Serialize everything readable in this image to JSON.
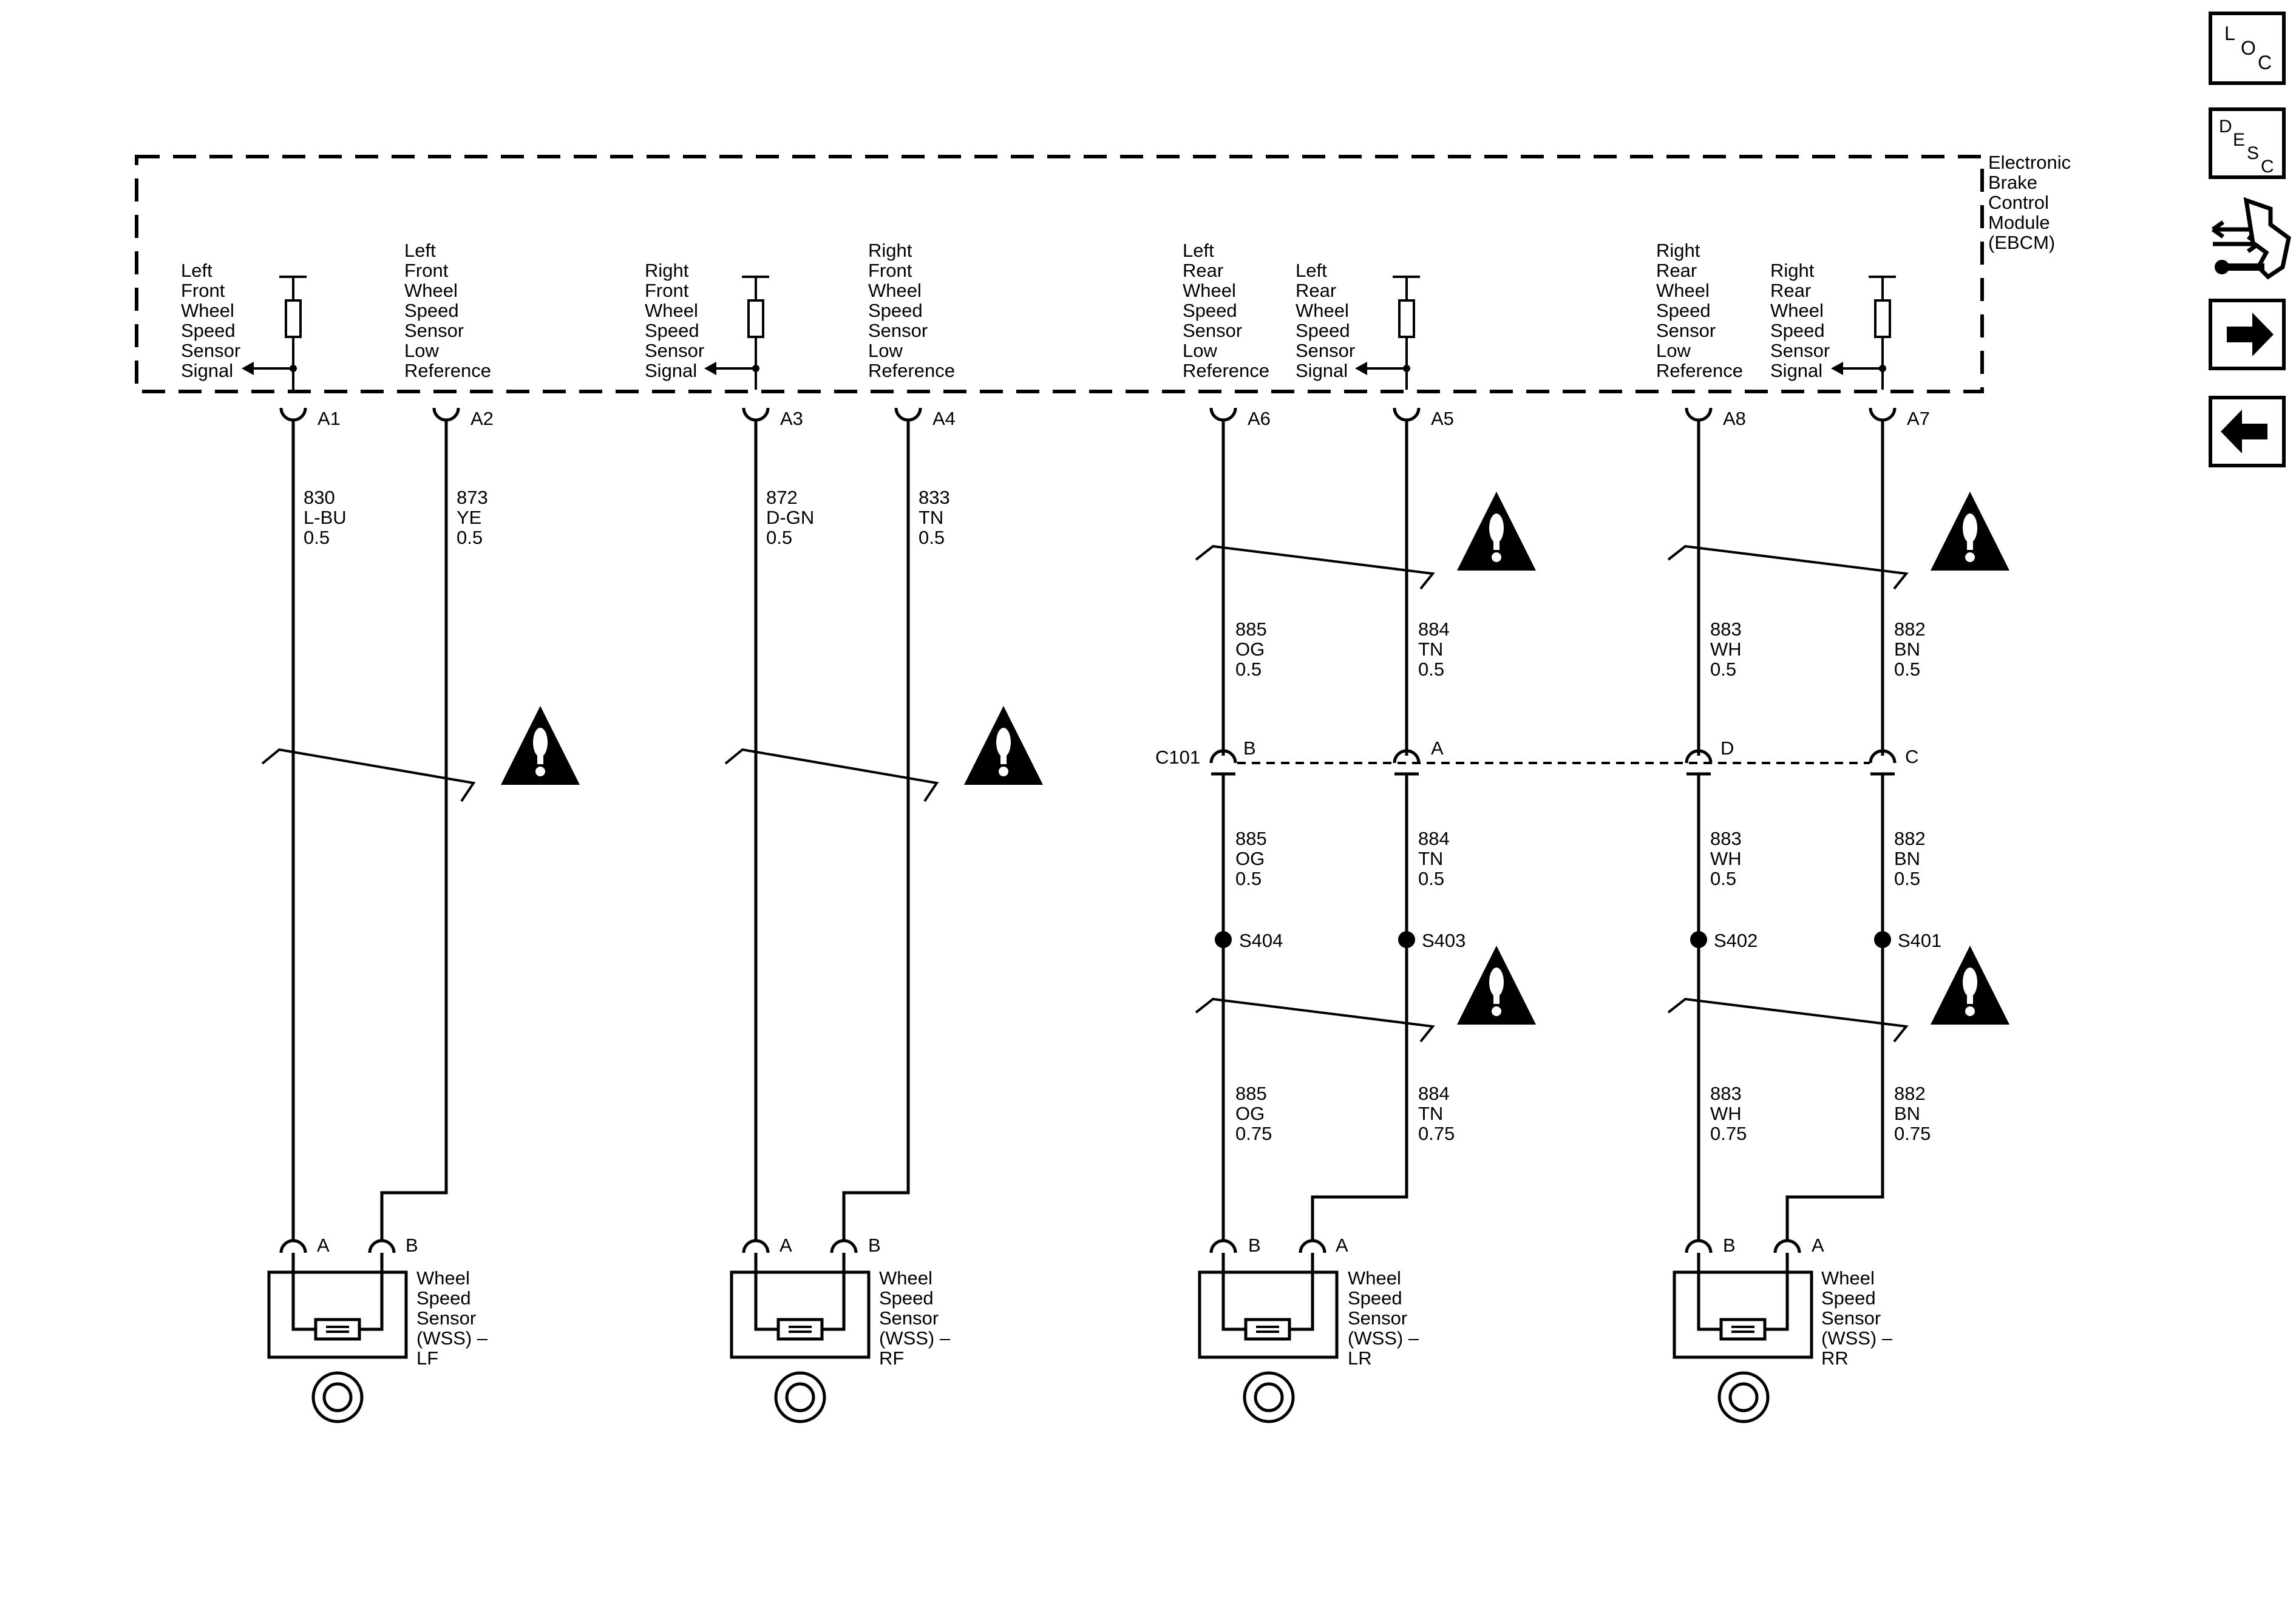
{
  "module": {
    "label": [
      "Electronic",
      "Brake",
      "Control",
      "Module",
      "(EBCM)"
    ]
  },
  "circuits": [
    {
      "id": "lf_sig",
      "module_label": [
        "Left",
        "Front",
        "Wheel",
        "Speed",
        "Sensor",
        "Signal"
      ],
      "pin": "A1",
      "top_wire": [
        "830",
        "L-BU",
        "0.5"
      ],
      "sensor_pin": "A"
    },
    {
      "id": "lf_ref",
      "module_label": [
        "Left",
        "Front",
        "Wheel",
        "Speed",
        "Sensor",
        "Low",
        "Reference"
      ],
      "pin": "A2",
      "top_wire": [
        "873",
        "YE",
        "0.5"
      ],
      "sensor_pin": "B"
    },
    {
      "id": "rf_sig",
      "module_label": [
        "Right",
        "Front",
        "Wheel",
        "Speed",
        "Sensor",
        "Signal"
      ],
      "pin": "A3",
      "top_wire": [
        "872",
        "D-GN",
        "0.5"
      ],
      "sensor_pin": "A"
    },
    {
      "id": "rf_ref",
      "module_label": [
        "Right",
        "Front",
        "Wheel",
        "Speed",
        "Sensor",
        "Low",
        "Reference"
      ],
      "pin": "A4",
      "top_wire": [
        "833",
        "TN",
        "0.5"
      ],
      "sensor_pin": "B"
    },
    {
      "id": "lr_ref",
      "module_label": [
        "Left",
        "Rear",
        "Wheel",
        "Speed",
        "Sensor",
        "Low",
        "Reference"
      ],
      "pin": "A6",
      "top_wire": [
        "885",
        "OG",
        "0.5"
      ],
      "c101_pin": "B",
      "mid_wire": [
        "885",
        "OG",
        "0.5"
      ],
      "splice": "S404",
      "bottom_wire": [
        "885",
        "OG",
        "0.75"
      ],
      "sensor_pin": "B"
    },
    {
      "id": "lr_sig",
      "module_label": [
        "Left",
        "Rear",
        "Wheel",
        "Speed",
        "Sensor",
        "Signal"
      ],
      "pin": "A5",
      "top_wire": [
        "884",
        "TN",
        "0.5"
      ],
      "c101_pin": "A",
      "mid_wire": [
        "884",
        "TN",
        "0.5"
      ],
      "splice": "S403",
      "bottom_wire": [
        "884",
        "TN",
        "0.75"
      ],
      "sensor_pin": "A"
    },
    {
      "id": "rr_ref",
      "module_label": [
        "Right",
        "Rear",
        "Wheel",
        "Speed",
        "Sensor",
        "Low",
        "Reference"
      ],
      "pin": "A8",
      "top_wire": [
        "883",
        "WH",
        "0.5"
      ],
      "c101_pin": "D",
      "mid_wire": [
        "883",
        "WH",
        "0.5"
      ],
      "splice": "S402",
      "bottom_wire": [
        "883",
        "WH",
        "0.75"
      ],
      "sensor_pin": "B"
    },
    {
      "id": "rr_sig",
      "module_label": [
        "Right",
        "Rear",
        "Wheel",
        "Speed",
        "Sensor",
        "Signal"
      ],
      "pin": "A7",
      "top_wire": [
        "882",
        "BN",
        "0.5"
      ],
      "c101_pin": "C",
      "mid_wire": [
        "882",
        "BN",
        "0.5"
      ],
      "splice": "S401",
      "bottom_wire": [
        "882",
        "BN",
        "0.75"
      ],
      "sensor_pin": "A"
    }
  ],
  "connector": {
    "label": "C101"
  },
  "sensors": [
    {
      "label": [
        "Wheel",
        "Speed",
        "Sensor",
        "(WSS) –",
        "LF"
      ]
    },
    {
      "label": [
        "Wheel",
        "Speed",
        "Sensor",
        "(WSS) –",
        "RF"
      ]
    },
    {
      "label": [
        "Wheel",
        "Speed",
        "Sensor",
        "(WSS) –",
        "LR"
      ]
    },
    {
      "label": [
        "Wheel",
        "Speed",
        "Sensor",
        "(WSS) –",
        "RR"
      ]
    }
  ],
  "nav": {
    "loc": [
      "L",
      "O",
      "C"
    ],
    "desc": [
      "D",
      "E",
      "S",
      "C"
    ],
    "icons": [
      "connector-tool-icon",
      "arrow-right-icon",
      "arrow-left-icon"
    ]
  },
  "warning_icon": "caution-triangle-icon"
}
